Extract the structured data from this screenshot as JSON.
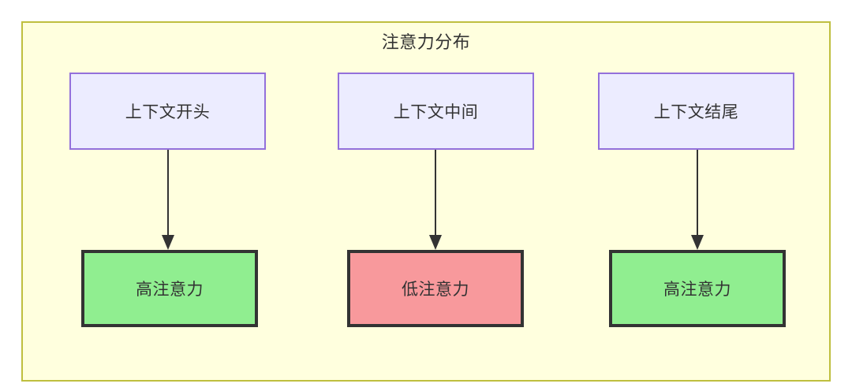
{
  "diagram": {
    "title": "注意力分布",
    "frame": {
      "fill": "#ffffde",
      "stroke": "#bfbf3f"
    },
    "context_nodes": [
      {
        "id": "ctx-start",
        "label": "上下文开头",
        "fill": "#ececff",
        "stroke": "#9370db"
      },
      {
        "id": "ctx-middle",
        "label": "上下文中间",
        "fill": "#ececff",
        "stroke": "#9370db"
      },
      {
        "id": "ctx-end",
        "label": "上下文结尾",
        "fill": "#ececff",
        "stroke": "#9370db"
      }
    ],
    "attention_nodes": [
      {
        "id": "attn-start",
        "label": "高注意力",
        "fill": "#90ee90",
        "stroke": "#333333"
      },
      {
        "id": "attn-middle",
        "label": "低注意力",
        "fill": "#f8999c",
        "stroke": "#333333"
      },
      {
        "id": "attn-end",
        "label": "高注意力",
        "fill": "#90ee90",
        "stroke": "#333333"
      }
    ],
    "edges": [
      {
        "id": "edge-start",
        "from": "上下文开头",
        "to": "高注意力"
      },
      {
        "id": "edge-middle",
        "from": "上下文中间",
        "to": "低注意力"
      },
      {
        "id": "edge-end",
        "from": "上下文结尾",
        "to": "高注意力"
      }
    ]
  }
}
